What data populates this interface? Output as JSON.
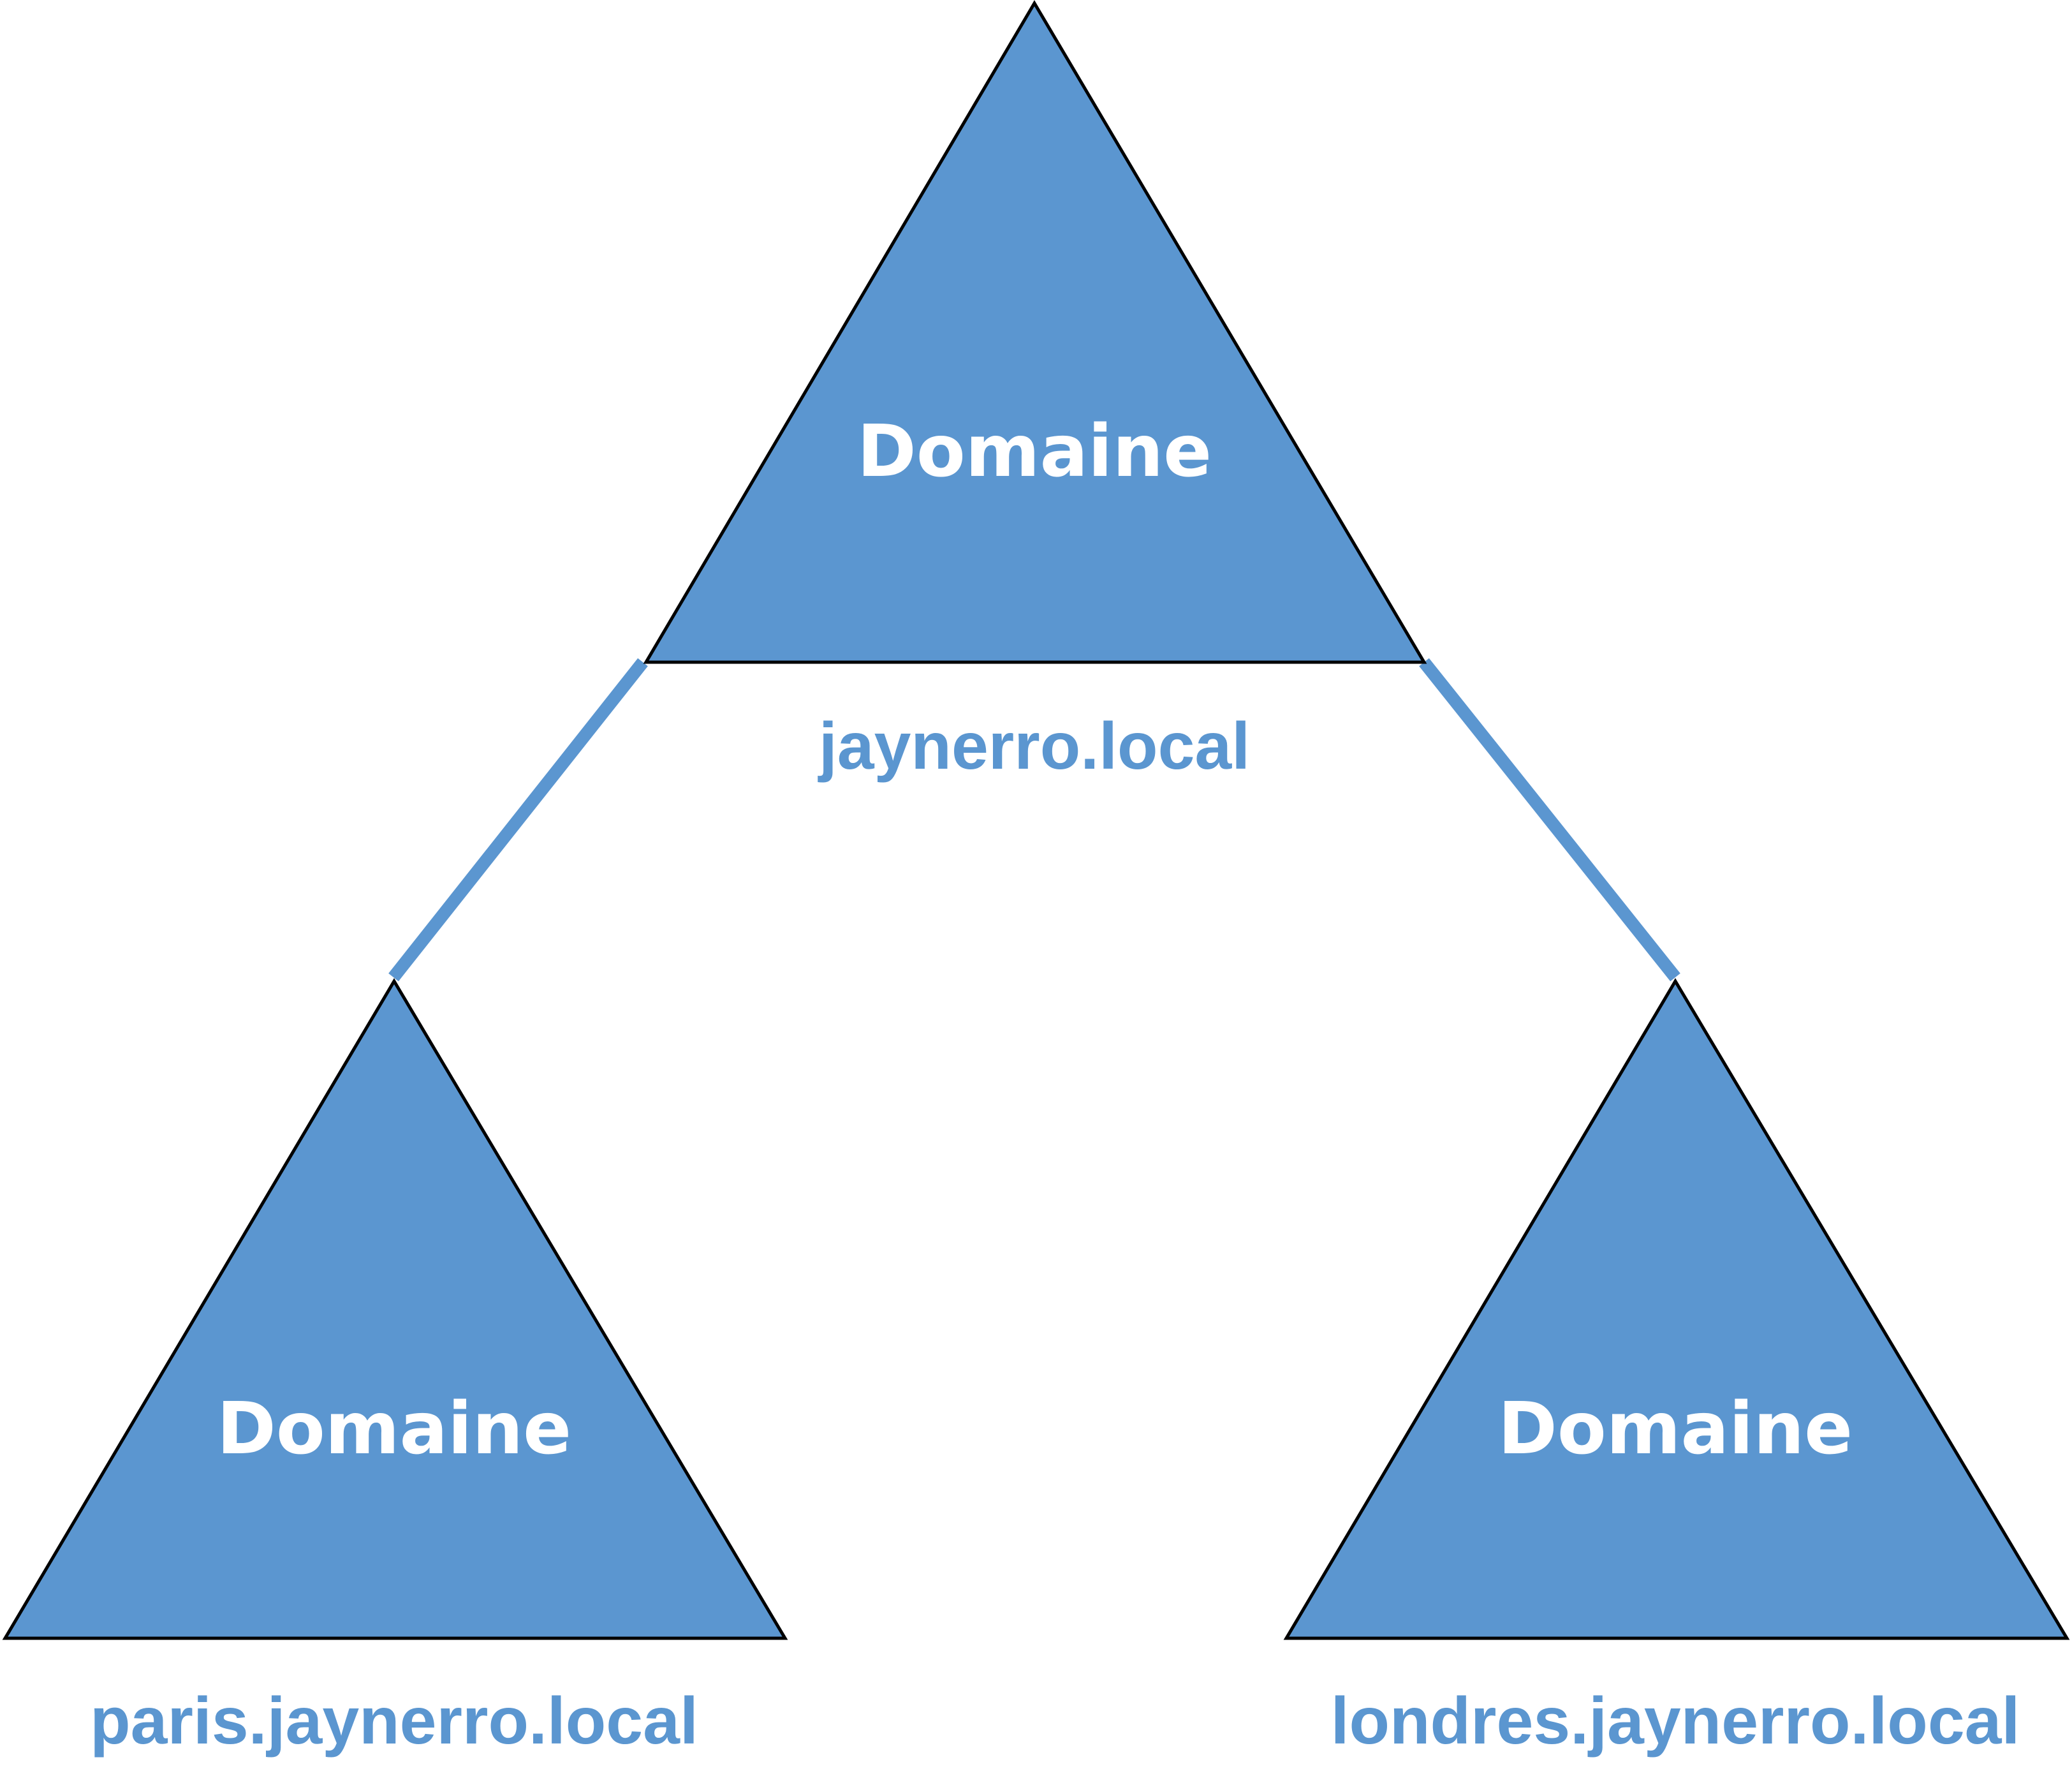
{
  "colors": {
    "triangle_fill": "#5B96D0",
    "triangle_stroke": "#000000",
    "connector": "#5B96D0",
    "label_text": "#FFFFFF",
    "name_text": "#5B96D0",
    "background": "#FFFFFF"
  },
  "domains": {
    "root": {
      "label": "Domaine",
      "name": "jaynerro.local"
    },
    "left": {
      "label": "Domaine",
      "name": "paris.jaynerro.local"
    },
    "right": {
      "label": "Domaine",
      "name": "londres.jaynerro.local"
    }
  }
}
